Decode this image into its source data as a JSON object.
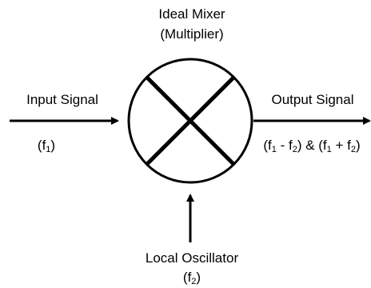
{
  "mixer": {
    "title_line1": "Ideal Mixer",
    "title_line2": "(Multiplier)"
  },
  "input": {
    "label": "Input Signal",
    "freq_symbol": "f",
    "freq_sub": "1"
  },
  "output": {
    "label": "Output Signal",
    "diff_a_symbol": "f",
    "diff_a_sub": "1",
    "diff_op": " - ",
    "diff_b_symbol": "f",
    "diff_b_sub": "2",
    "joiner": ") & (",
    "sum_a_symbol": "f",
    "sum_a_sub": "1",
    "sum_op": " + ",
    "sum_b_symbol": "f",
    "sum_b_sub": "2"
  },
  "local_oscillator": {
    "label": "Local Oscillator",
    "freq_symbol": "f",
    "freq_sub": "2"
  },
  "colors": {
    "stroke": "#000000",
    "background": "#ffffff"
  }
}
